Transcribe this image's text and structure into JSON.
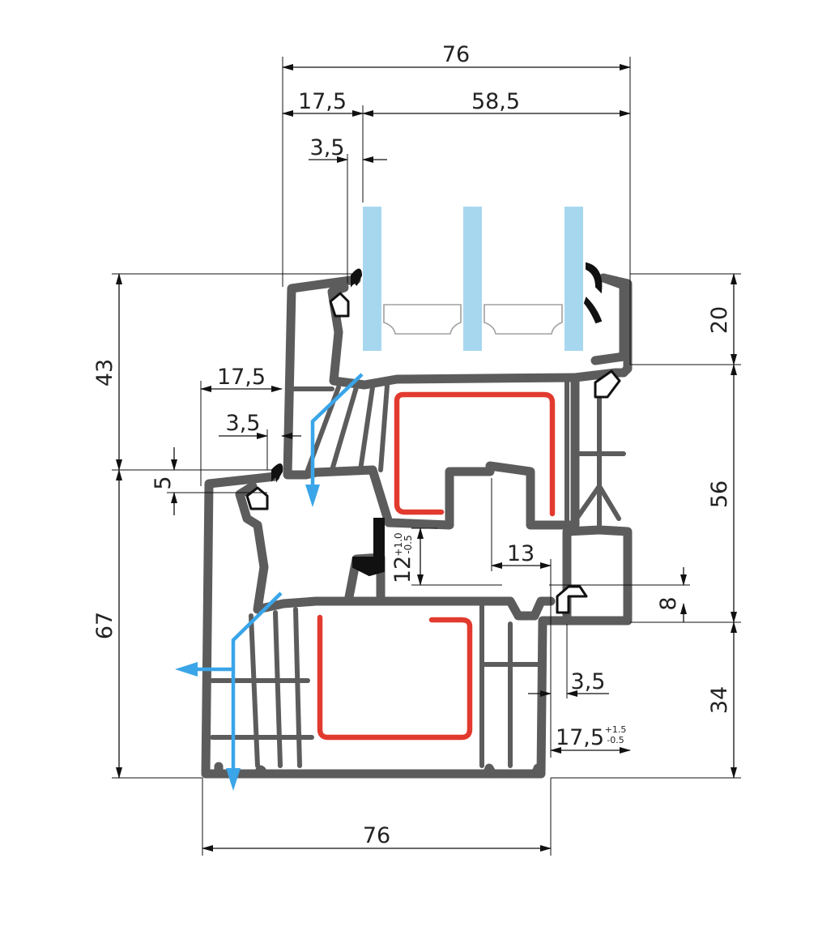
{
  "dimensions": {
    "top_total_width": "76",
    "top_left_offset": "17,5",
    "top_glazing_width": "58,5",
    "top_bead_offset": "3,5",
    "sash_left_overlap": "17,5",
    "sash_gasket_offset": "3,5",
    "sash_step": "5",
    "sash_height": "43",
    "frame_height": "67",
    "right_top_glass_rebate": "20",
    "right_middle": "56",
    "right_bottom": "34",
    "middle_gasket_gap": "8",
    "center_width": "13",
    "overlap_height": "12",
    "overlap_height_tol_upper": "+1.0",
    "overlap_height_tol_lower": "-0.5",
    "bottom_right_gasket": "3,5",
    "bottom_right_offset": "17,5",
    "bottom_right_tol_upper": "+1.5",
    "bottom_right_tol_lower": "-0.5",
    "bottom_total_width": "76"
  },
  "colors": {
    "profile": "#5c5c5c",
    "steel_reinforcement": "#e23a2e",
    "glass": "#a7d7ef",
    "drainage": "#3aa5e8",
    "gasket": "#111111"
  }
}
